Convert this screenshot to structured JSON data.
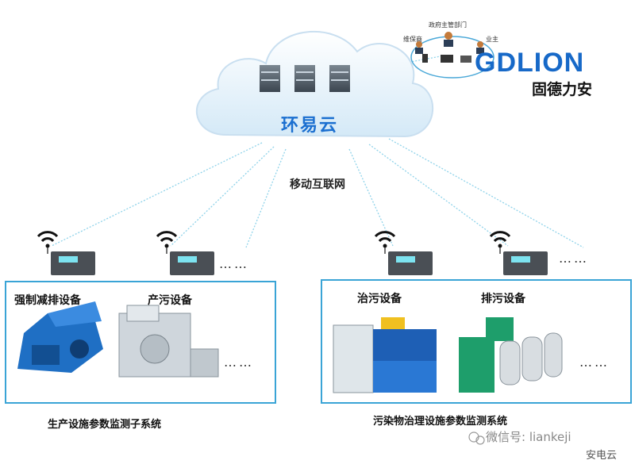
{
  "cloud": {
    "label": "环易云"
  },
  "network": {
    "label": "移动互联网"
  },
  "brand": {
    "name": "GDLION",
    "subtitle": "固德力安"
  },
  "roles": {
    "top": "政府主管部门",
    "left": "维保商",
    "right": "业主"
  },
  "production": {
    "caption": "生产设施参数监测子系统",
    "devices": [
      "强制减排设备",
      "产污设备"
    ],
    "ellipsis": "……"
  },
  "pollution": {
    "caption": "污染物治理设施参数监测系统",
    "devices": [
      "治污设备",
      "排污设备"
    ],
    "ellipsis": "……"
  },
  "gateway_ellipsis": "……",
  "watermark": {
    "wechat": "微信号: liankeji",
    "source": "安电云"
  },
  "colors": {
    "accent": "#1b6fd0",
    "panel_border": "#3aa4d6",
    "link": "#8fd3ea"
  }
}
